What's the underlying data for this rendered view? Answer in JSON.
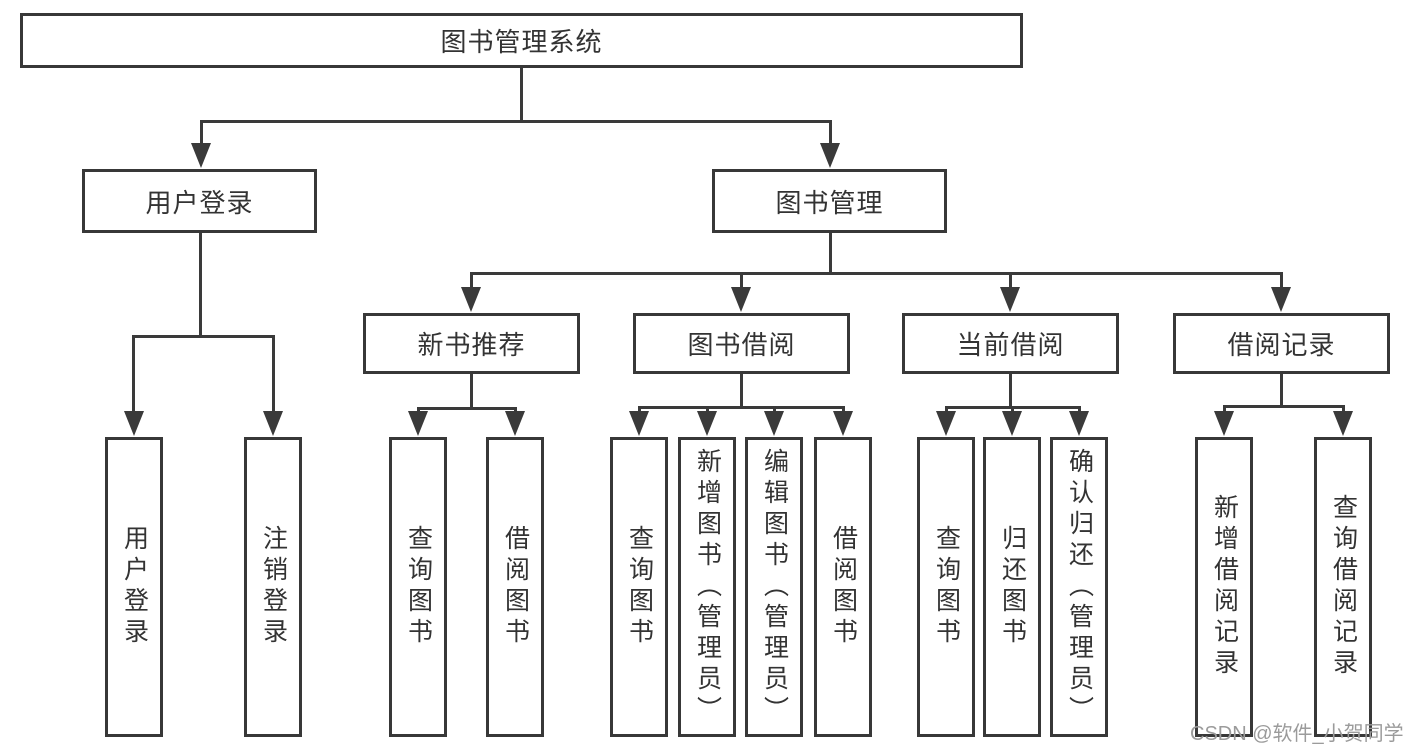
{
  "tree": {
    "label": "图书管理系统",
    "children": [
      {
        "label": "用户登录",
        "children": [
          {
            "label": "用户登录"
          },
          {
            "label": "注销登录"
          }
        ]
      },
      {
        "label": "图书管理",
        "children": [
          {
            "label": "新书推荐",
            "children": [
              {
                "label": "查询图书"
              },
              {
                "label": "借阅图书"
              }
            ]
          },
          {
            "label": "图书借阅",
            "children": [
              {
                "label": "查询图书"
              },
              {
                "label": "新增图书（管理员）"
              },
              {
                "label": "编辑图书（管理员）"
              },
              {
                "label": "借阅图书"
              }
            ]
          },
          {
            "label": "当前借阅",
            "children": [
              {
                "label": "查询图书"
              },
              {
                "label": "归还图书"
              },
              {
                "label": "确认归还（管理员）"
              }
            ]
          },
          {
            "label": "借阅记录",
            "children": [
              {
                "label": "新增借阅记录"
              },
              {
                "label": "查询借阅记录"
              }
            ]
          }
        ]
      }
    ]
  },
  "watermark": {
    "text": "CSDN @软件_小贺同学"
  },
  "colors": {
    "line": "#3a3a3a",
    "box_border": "#383838",
    "text": "#333333",
    "background": "#ffffff",
    "watermark": "#9b9b9b"
  }
}
